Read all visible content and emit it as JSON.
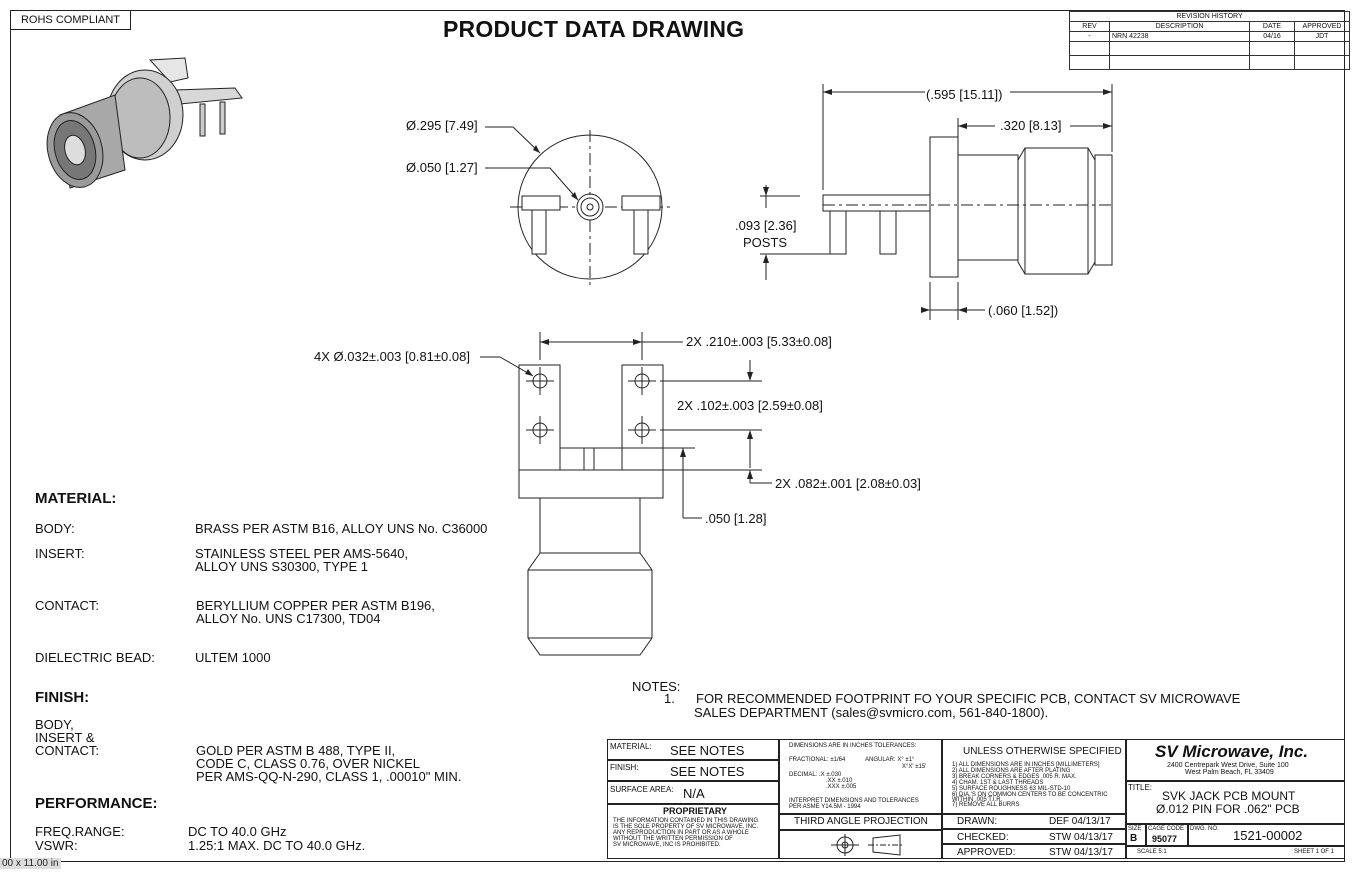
{
  "header": {
    "rohs": "ROHS COMPLIANT",
    "title": "PRODUCT DATA DRAWING"
  },
  "revision": {
    "heading": "REVISION HISTORY",
    "columns": [
      "REV",
      "DESCRIPTION",
      "DATE",
      "APPROVED"
    ],
    "rows": [
      [
        "-",
        "NRN 42238",
        "04/16",
        "JDT"
      ]
    ]
  },
  "dimensions": {
    "d1": "Ø.295",
    "d1_mm": "7.49",
    "d2": "Ø.050",
    "d2_mm": "1.27",
    "length": ".595",
    "length_mm": "15.11",
    "body": ".320",
    "body_mm": "8.13",
    "posts": ".093",
    "posts_mm": "2.36",
    "posts_label": "POSTS",
    "flange": ".060",
    "flange_mm": "1.52",
    "holes": "4X Ø.032±.003",
    "holes_mm": "0.81±0.08",
    "spacing": "2X .210±.003",
    "spacing_mm": "5.33±0.08",
    "pitch": "2X .102±.003",
    "pitch_mm": "2.59±0.08",
    "edge": "2X .082±.001",
    "edge_mm": "2.08±0.03",
    "offset": ".050",
    "offset_mm": "1.28"
  },
  "material": {
    "heading": "MATERIAL:",
    "items": [
      {
        "label": "BODY:",
        "value": "BRASS PER ASTM B16, ALLOY UNS No. C36000",
        "value2": ""
      },
      {
        "label": "INSERT:",
        "value": "STAINLESS STEEL PER AMS-5640,",
        "value2": " ALLOY UNS S30300, TYPE 1"
      },
      {
        "label": "CONTACT:",
        "value": "BERYLLIUM COPPER PER ASTM B196,",
        "value2": " ALLOY No. UNS C17300, TD04"
      },
      {
        "label": "DIELECTRIC BEAD:",
        "value": "ULTEM 1000",
        "value2": ""
      }
    ]
  },
  "finish": {
    "heading": "FINISH:",
    "label_lines": [
      "BODY,",
      "INSERT &",
      "CONTACT:"
    ],
    "value_lines": [
      "GOLD PER ASTM B 488, TYPE II,",
      " CODE C, CLASS 0.76, OVER NICKEL",
      " PER AMS-QQ-N-290, CLASS 1, .00010\" MIN."
    ]
  },
  "performance": {
    "heading": "PERFORMANCE:",
    "freq_label": "FREQ.RANGE:",
    "freq_value": "DC TO 40.0 GHz",
    "vswr_label": "VSWR:",
    "vswr_value": "1.25:1 MAX. DC TO 40.0 GHz."
  },
  "notes": {
    "heading": "NOTES:",
    "num": "1.",
    "line1": "FOR RECOMMENDED FOOTPRINT FO YOUR SPECIFIC PCB, CONTACT SV MICROWAVE",
    "line2": "SALES DEPARTMENT (sales@svmicro.com, 561-840-1800)."
  },
  "titleblock": {
    "material_label": "MATERIAL:",
    "material_value": "SEE NOTES",
    "finish_label": "FINISH:",
    "finish_value": "SEE NOTES",
    "surface_label": "SURFACE AREA:",
    "surface_value": "N/A",
    "proprietary": "PROPRIETARY",
    "prop_lines": [
      "THE INFORMATION CONTAINED IN THIS DRAWING",
      "IS THE SOLE PROPERTY OF SV MICROWAVE, INC.",
      "ANY REPRODUCTION IN PART OR AS A WHOLE",
      "WITHOUT THE WRITTEN PERMISSION OF",
      "SV MICROWAVE, INC IS PROHIBITED."
    ],
    "tol_heading": "DIMENSIONS ARE IN INCHES TOLERANCES:",
    "tol_fractional": "FRACTIONAL:  ±1/64",
    "tol_angular": "ANGULAR: X°  ±1°",
    "tol_angular2": "X°X'  ±15'",
    "tol_decimal": "DECIMAL:  .X    ±.030",
    "tol_decimal2": ".XX   ±.010",
    "tol_decimal3": ".XXX  ±.005",
    "tol_interpret": "INTERPRET DIMENSIONS AND TOLERANCES",
    "tol_interpret2": "PER ASME Y14.5M - 1994",
    "projection": "THIRD ANGLE PROJECTION",
    "unless": "UNLESS OTHERWISE SPECIFIED",
    "unless_lines": [
      "1) ALL DIMENSIONS ARE IN INCHES [MILLIMETERS]",
      "2) ALL DIMENSIONS ARE AFTER PLATING",
      "3) BREAK CORNERS & EDGES .005 R. MAX.",
      "4) CHAM. 1ST & LAST THREADS",
      "5) SURFACE ROUGHNESS 63 MIL-STD-10",
      "6) DIA.'S ON COMMON CENTERS TO BE CONCENTRIC",
      "    WITHIN .005 T.I.R.",
      "7) REMOVE ALL BURRS"
    ],
    "drawn_label": "DRAWN:",
    "drawn_value": "DEF 04/13/17",
    "checked_label": "CHECKED:",
    "checked_value": "STW 04/13/17",
    "approved_label": "APPROVED:",
    "approved_value": "STW 04/13/17",
    "company": "SV Microwave, Inc.",
    "address1": "2400 Centrepark West Drive, Suite 100",
    "address2": "West Palm Beach, FL 33409",
    "title_label": "TITLE:",
    "title1": "SVK JACK PCB MOUNT",
    "title2": "Ø.012 PIN FOR .062\" PCB",
    "size_label": "SIZE",
    "size_value": "B",
    "cage_label": "CAGE CODE",
    "cage_value": "95077",
    "dwg_label": "DWG. NO.",
    "dwg_value": "1521-00002",
    "scale": "SCALE  5:1",
    "sheet": "SHEET 1 OF 1"
  },
  "statusbar": "00 x 11.00 in"
}
